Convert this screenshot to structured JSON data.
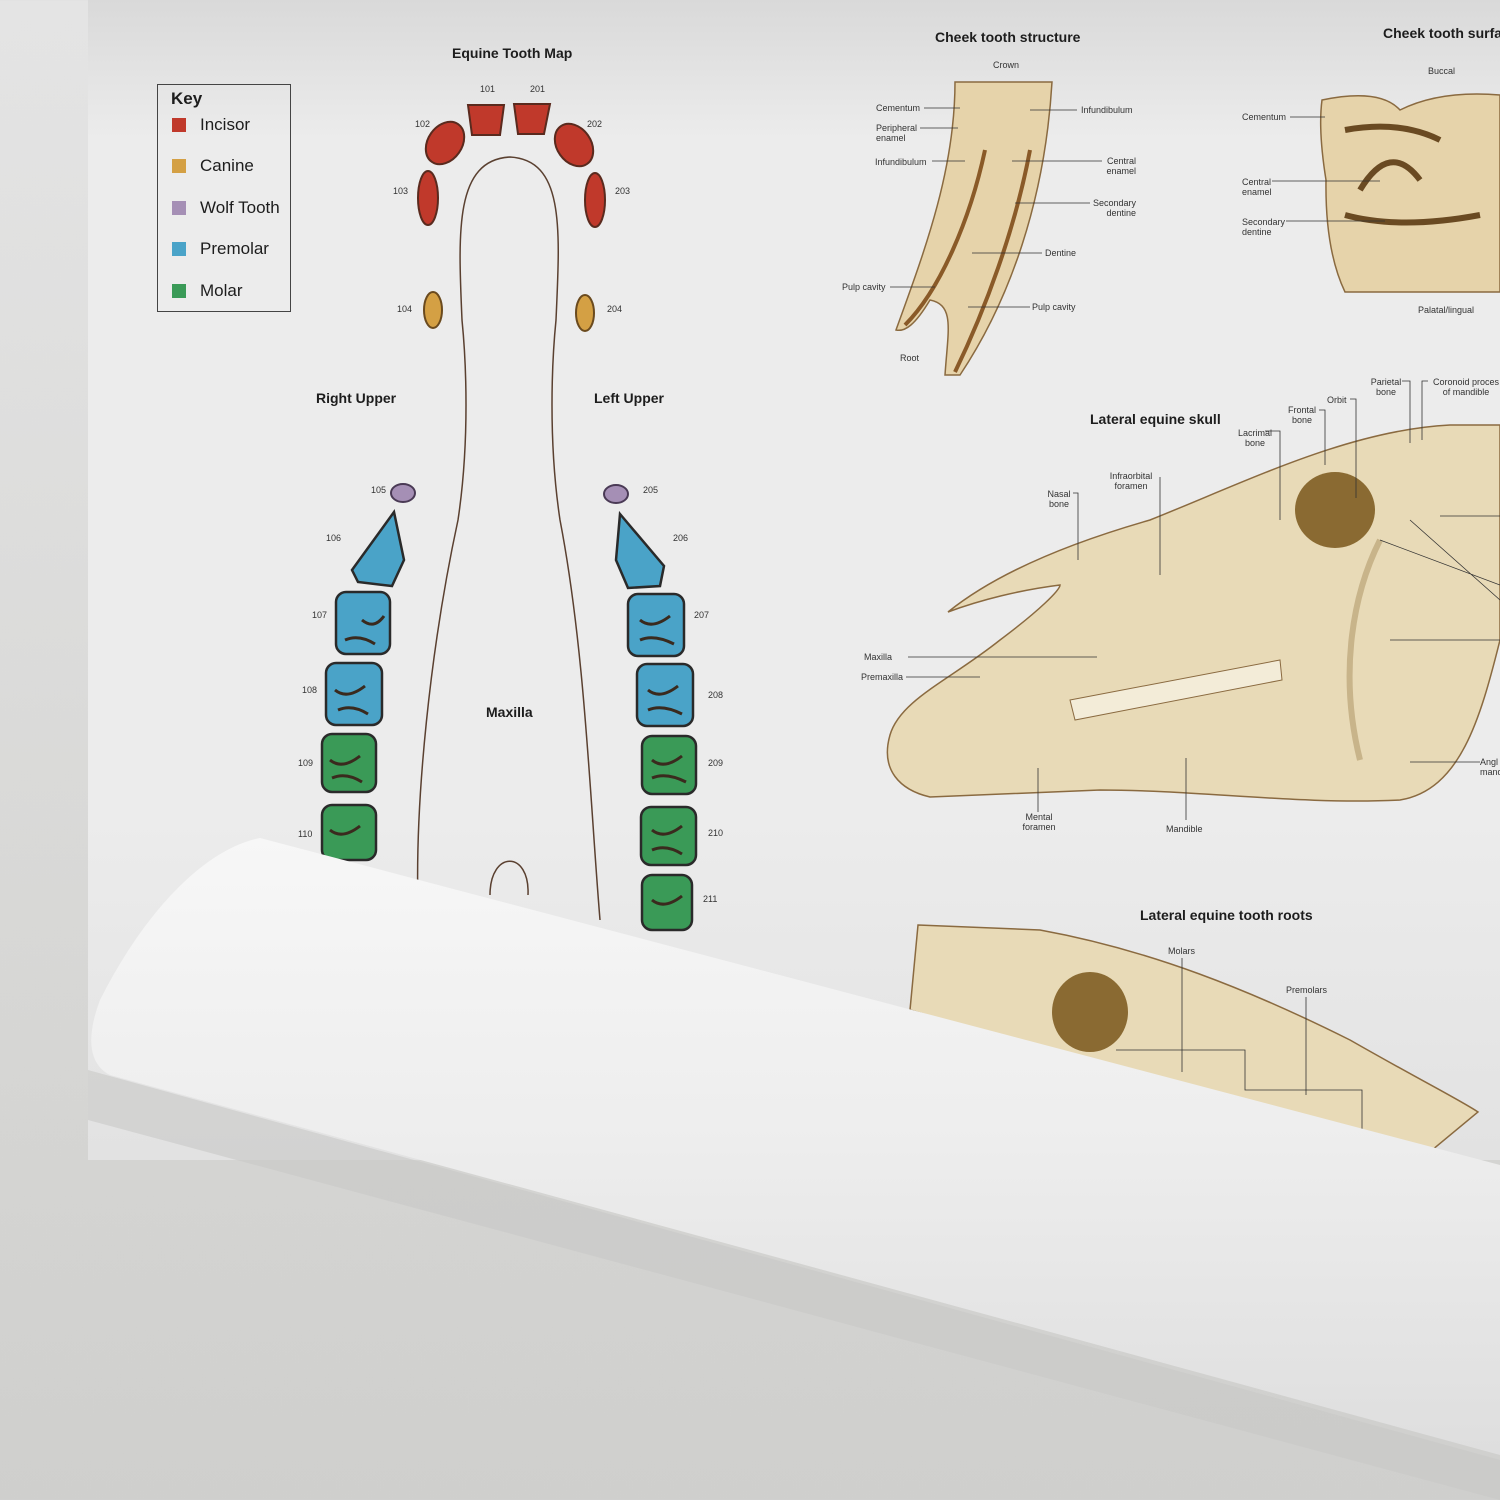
{
  "tooth_map": {
    "title": "Equine Tooth Map",
    "right_upper": "Right Upper",
    "left_upper": "Left Upper",
    "maxilla": "Maxilla",
    "teeth": [
      "101",
      "201",
      "102",
      "202",
      "103",
      "203",
      "104",
      "204",
      "105",
      "205",
      "106",
      "206",
      "107",
      "207",
      "108",
      "208",
      "109",
      "209",
      "110",
      "210",
      "211"
    ]
  },
  "key": {
    "title": "Key",
    "items": [
      {
        "label": "Incisor",
        "color": "#c0392b"
      },
      {
        "label": "Canine",
        "color": "#d4a044"
      },
      {
        "label": "Wolf Tooth",
        "color": "#a58fb5"
      },
      {
        "label": "Premolar",
        "color": "#4aa3c8"
      },
      {
        "label": "Molar",
        "color": "#3a9a57"
      }
    ]
  },
  "cheek_tooth_structure": {
    "title": "Cheek tooth structure",
    "labels": [
      "Crown",
      "Cementum",
      "Peripheral enamel",
      "Infundibulum",
      "Infundibulum",
      "Central enamel",
      "Secondary dentine",
      "Dentine",
      "Pulp cavity",
      "Pulp cavity",
      "Root"
    ]
  },
  "cheek_tooth_surface": {
    "title": "Cheek tooth surfac",
    "labels": [
      "Buccal",
      "Cementum",
      "Central enamel",
      "Secondary dentine",
      "Palatal/lingual"
    ]
  },
  "lateral_skull": {
    "title": "Lateral equine skull",
    "labels": [
      "Parietal bone",
      "Coronoid proces of mandible",
      "Orbit",
      "Frontal bone",
      "Lacrimal bone",
      "Infraorbital foramen",
      "Nasal bone",
      "Maxilla",
      "Premaxilla",
      "Mental foramen",
      "Mandible",
      "Angl mand"
    ]
  },
  "tooth_roots": {
    "title": "Lateral equine tooth roots",
    "labels": [
      "Molars",
      "Premolars"
    ]
  }
}
